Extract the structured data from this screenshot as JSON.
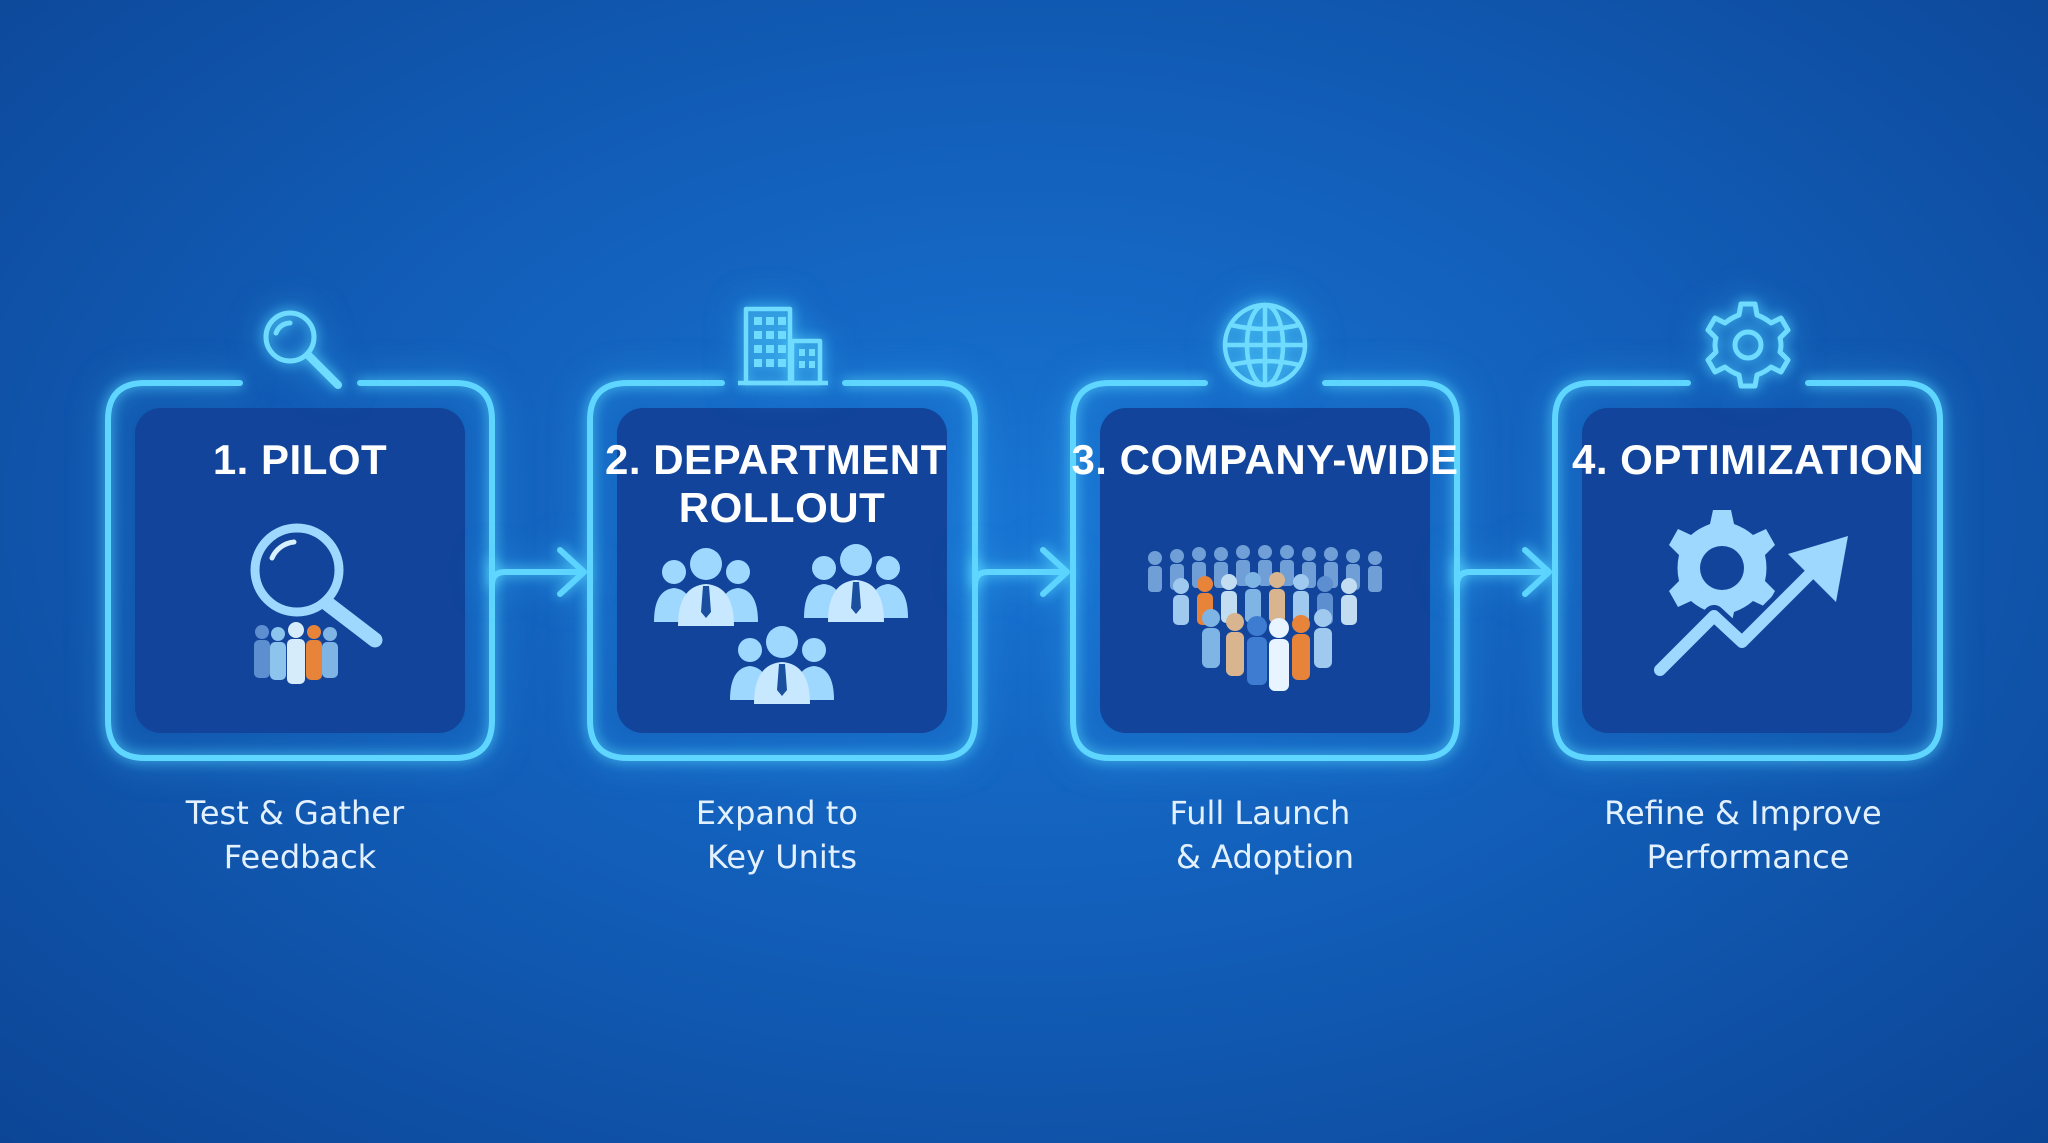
{
  "colors": {
    "background": "#125fba",
    "frame": "#5fd6ff",
    "card": "#11449a",
    "icon_light": "#9fd8ff",
    "accent_orange": "#e8843a",
    "text": "#ffffff"
  },
  "steps": [
    {
      "title_lines": [
        "1. PILOT"
      ],
      "description_lines": [
        "Test & Gather",
        "Feedback"
      ],
      "top_icon": "magnifier-icon",
      "card_icon": "magnifier-people-icon"
    },
    {
      "title_lines": [
        "2. DEPARTMENT",
        "ROLLOUT"
      ],
      "description_lines": [
        "Expand to",
        "Key Units"
      ],
      "top_icon": "building-icon",
      "card_icon": "team-groups-icon"
    },
    {
      "title_lines": [
        "3. COMPANY-WIDE"
      ],
      "description_lines": [
        "Full Launch",
        "& Adoption"
      ],
      "top_icon": "globe-icon",
      "card_icon": "crowd-icon"
    },
    {
      "title_lines": [
        "4. OPTIMIZATION"
      ],
      "description_lines": [
        "Refine & Improve",
        "Performance"
      ],
      "top_icon": "gear-icon",
      "card_icon": "gear-growth-arrow-icon"
    }
  ]
}
